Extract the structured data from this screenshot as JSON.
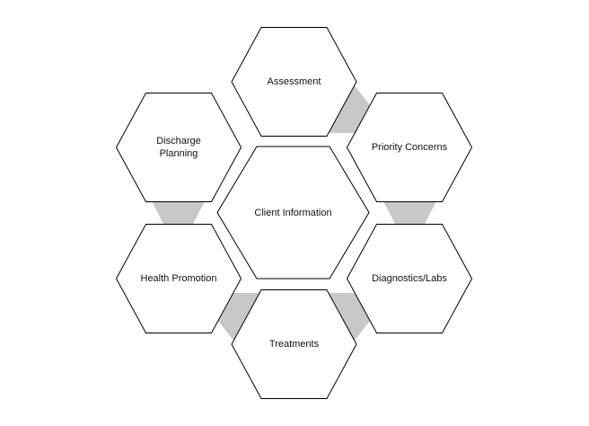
{
  "diagram": {
    "center": {
      "label": "Client Information"
    },
    "nodes": [
      {
        "id": "assessment",
        "label": "Assessment"
      },
      {
        "id": "priority-concerns",
        "label": "Priority Concerns"
      },
      {
        "id": "diagnostics-labs",
        "label": "Diagnostics/Labs"
      },
      {
        "id": "treatments",
        "label": "Treatments"
      },
      {
        "id": "health-promotion",
        "label": "Health Promotion"
      },
      {
        "id": "discharge-planning",
        "label": "Discharge Planning"
      }
    ],
    "colors": {
      "stroke": "#000000",
      "fill": "#ffffff",
      "connector": "#c8c8c8"
    }
  }
}
